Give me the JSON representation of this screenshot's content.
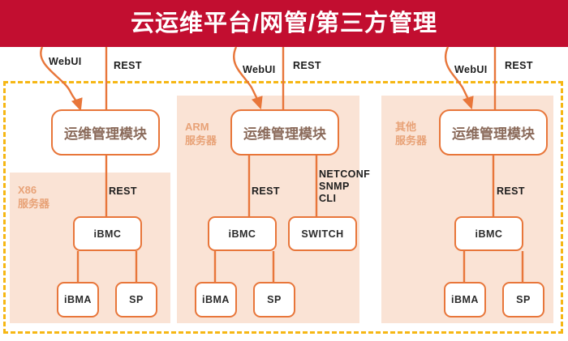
{
  "header": {
    "title": "云运维平台/网管/第三方管理",
    "background_color": "#C20E30",
    "text_color": "#FFFFFF"
  },
  "colors": {
    "banner_red": "#C20E30",
    "dashed_border_yellow": "#F6B714",
    "panel_pink": "#FAE3D5",
    "node_border_orange": "#E8763A",
    "connector_orange": "#E8763A",
    "panel_label_orange": "#E8A277",
    "module_text": "#8A6A5A",
    "node_text": "#2B2B2B"
  },
  "top_links": [
    {
      "webui": "WebUI",
      "rest": "REST"
    },
    {
      "webui": "WebUI",
      "rest": "REST"
    },
    {
      "webui": "WebUI",
      "rest": "REST"
    }
  ],
  "groups": [
    {
      "id": "x86",
      "panel_label": "X86\n服务器",
      "panel_label_line1": "X86",
      "panel_label_line2": "服务器",
      "module": "运维管理模块",
      "module_to_bmc_protocol": "REST",
      "bmc": "iBMC",
      "children": [
        "iBMA",
        "SP"
      ],
      "switch": null,
      "switch_protocols": null
    },
    {
      "id": "arm",
      "panel_label": "ARM\n服务器",
      "panel_label_line1": "ARM",
      "panel_label_line2": "服务器",
      "module": "运维管理模块",
      "module_to_bmc_protocol": "REST",
      "bmc": "iBMC",
      "children": [
        "iBMA",
        "SP"
      ],
      "switch": "SWITCH",
      "switch_protocols": "NETCONF\nSNMP\nCLI",
      "switch_protocol_lines": [
        "NETCONF",
        "SNMP",
        "CLI"
      ]
    },
    {
      "id": "other",
      "panel_label": "其他\n服务器",
      "panel_label_line1": "其他",
      "panel_label_line2": "服务器",
      "module": "运维管理模块",
      "module_to_bmc_protocol": "REST",
      "bmc": "iBMC",
      "children": [
        "iBMA",
        "SP"
      ],
      "switch": null,
      "switch_protocols": null
    }
  ]
}
